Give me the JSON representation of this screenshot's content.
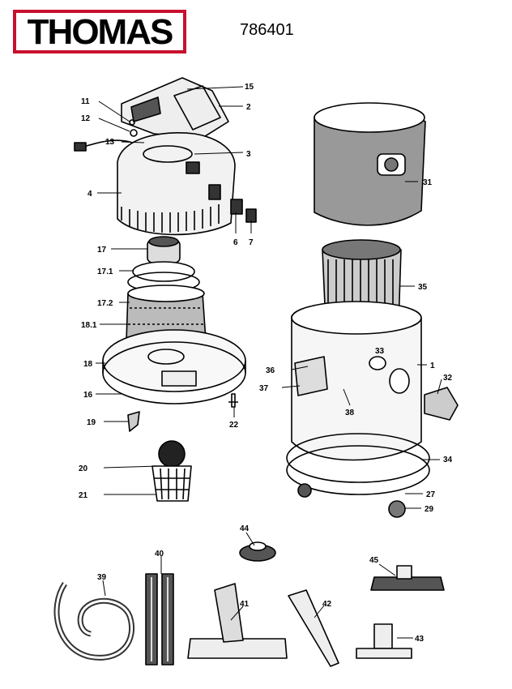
{
  "header": {
    "brand": "THOMAS",
    "model_number": "786401"
  },
  "colors": {
    "brand_red": "#c8102e",
    "ink": "#000000"
  },
  "callouts": [
    "15",
    "2",
    "11",
    "12",
    "13",
    "3",
    "4",
    "6",
    "7",
    "17",
    "17.1",
    "17.2",
    "18.1",
    "18",
    "16",
    "19",
    "22",
    "20",
    "21",
    "31",
    "35",
    "36",
    "33",
    "1",
    "37",
    "38",
    "32",
    "34",
    "27",
    "29",
    "44",
    "40",
    "39",
    "41",
    "42",
    "45",
    "43"
  ]
}
